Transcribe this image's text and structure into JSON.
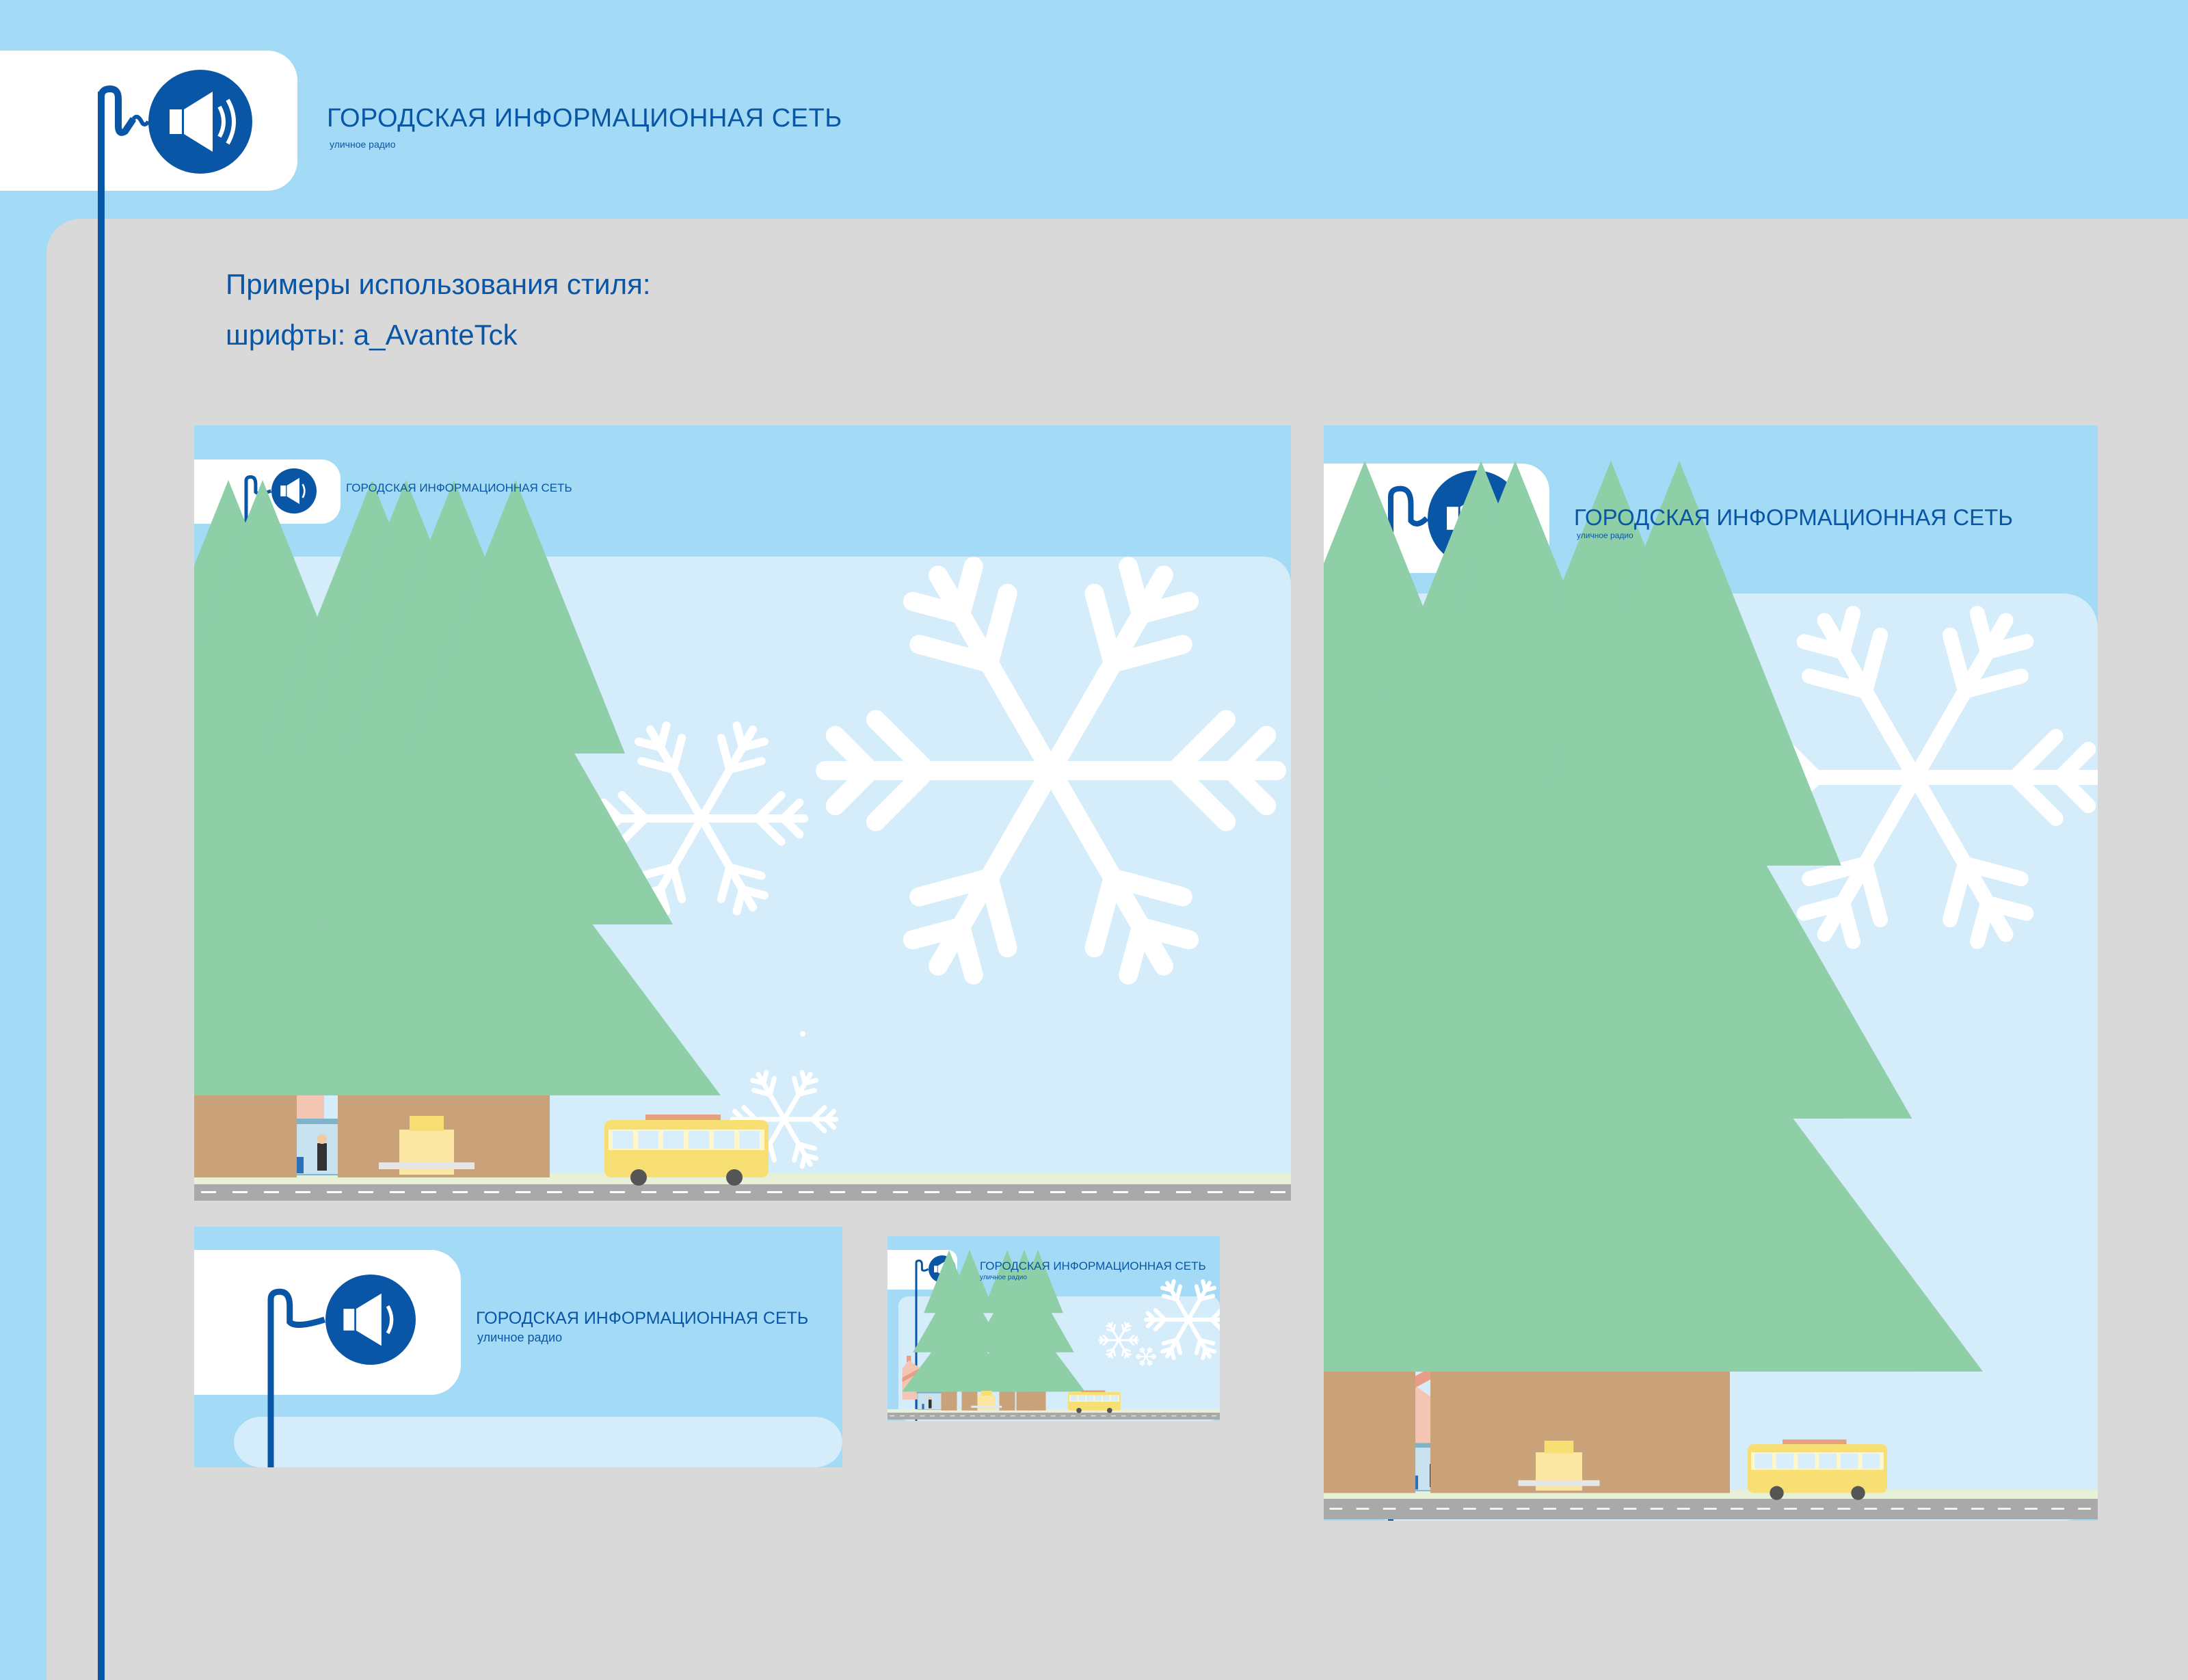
{
  "brand": {
    "title": "ГОРОДСКАЯ ИНФОРМАЦИОННАЯ СЕТЬ",
    "subtitle": "уличное радио",
    "logo_icon": "megaphone-icon"
  },
  "headings": {
    "line1": "Примеры использования стиля:",
    "line2": "шрифты: a_AvanteTck"
  },
  "examples": {
    "wide_poster": {
      "title": "ГОРОДСКАЯ ИНФОРМАЦИОННАЯ СЕТЬ",
      "subtitle": "уличное радио"
    },
    "tall_poster": {
      "title": "ГОРОДСКАЯ ИНФОРМАЦИОННАЯ СЕТЬ",
      "subtitle": "уличное радио"
    },
    "banner": {
      "title": "ГОРОДСКАЯ ИНФОРМАЦИОННАЯ СЕТЬ",
      "subtitle": "уличное радио"
    },
    "small_banner": {
      "title": "ГОРОДСКАЯ ИНФОРМАЦИОННАЯ СЕТЬ",
      "subtitle": "уличное радио"
    }
  },
  "colors": {
    "brand_blue": "#0a56a6",
    "sky_light": "#a3daf5",
    "sky_inner": "#d5ecfa",
    "background_grey": "#d9d9d9",
    "bus_yellow": "#f7df73",
    "road_grey": "#a9a9a9"
  }
}
